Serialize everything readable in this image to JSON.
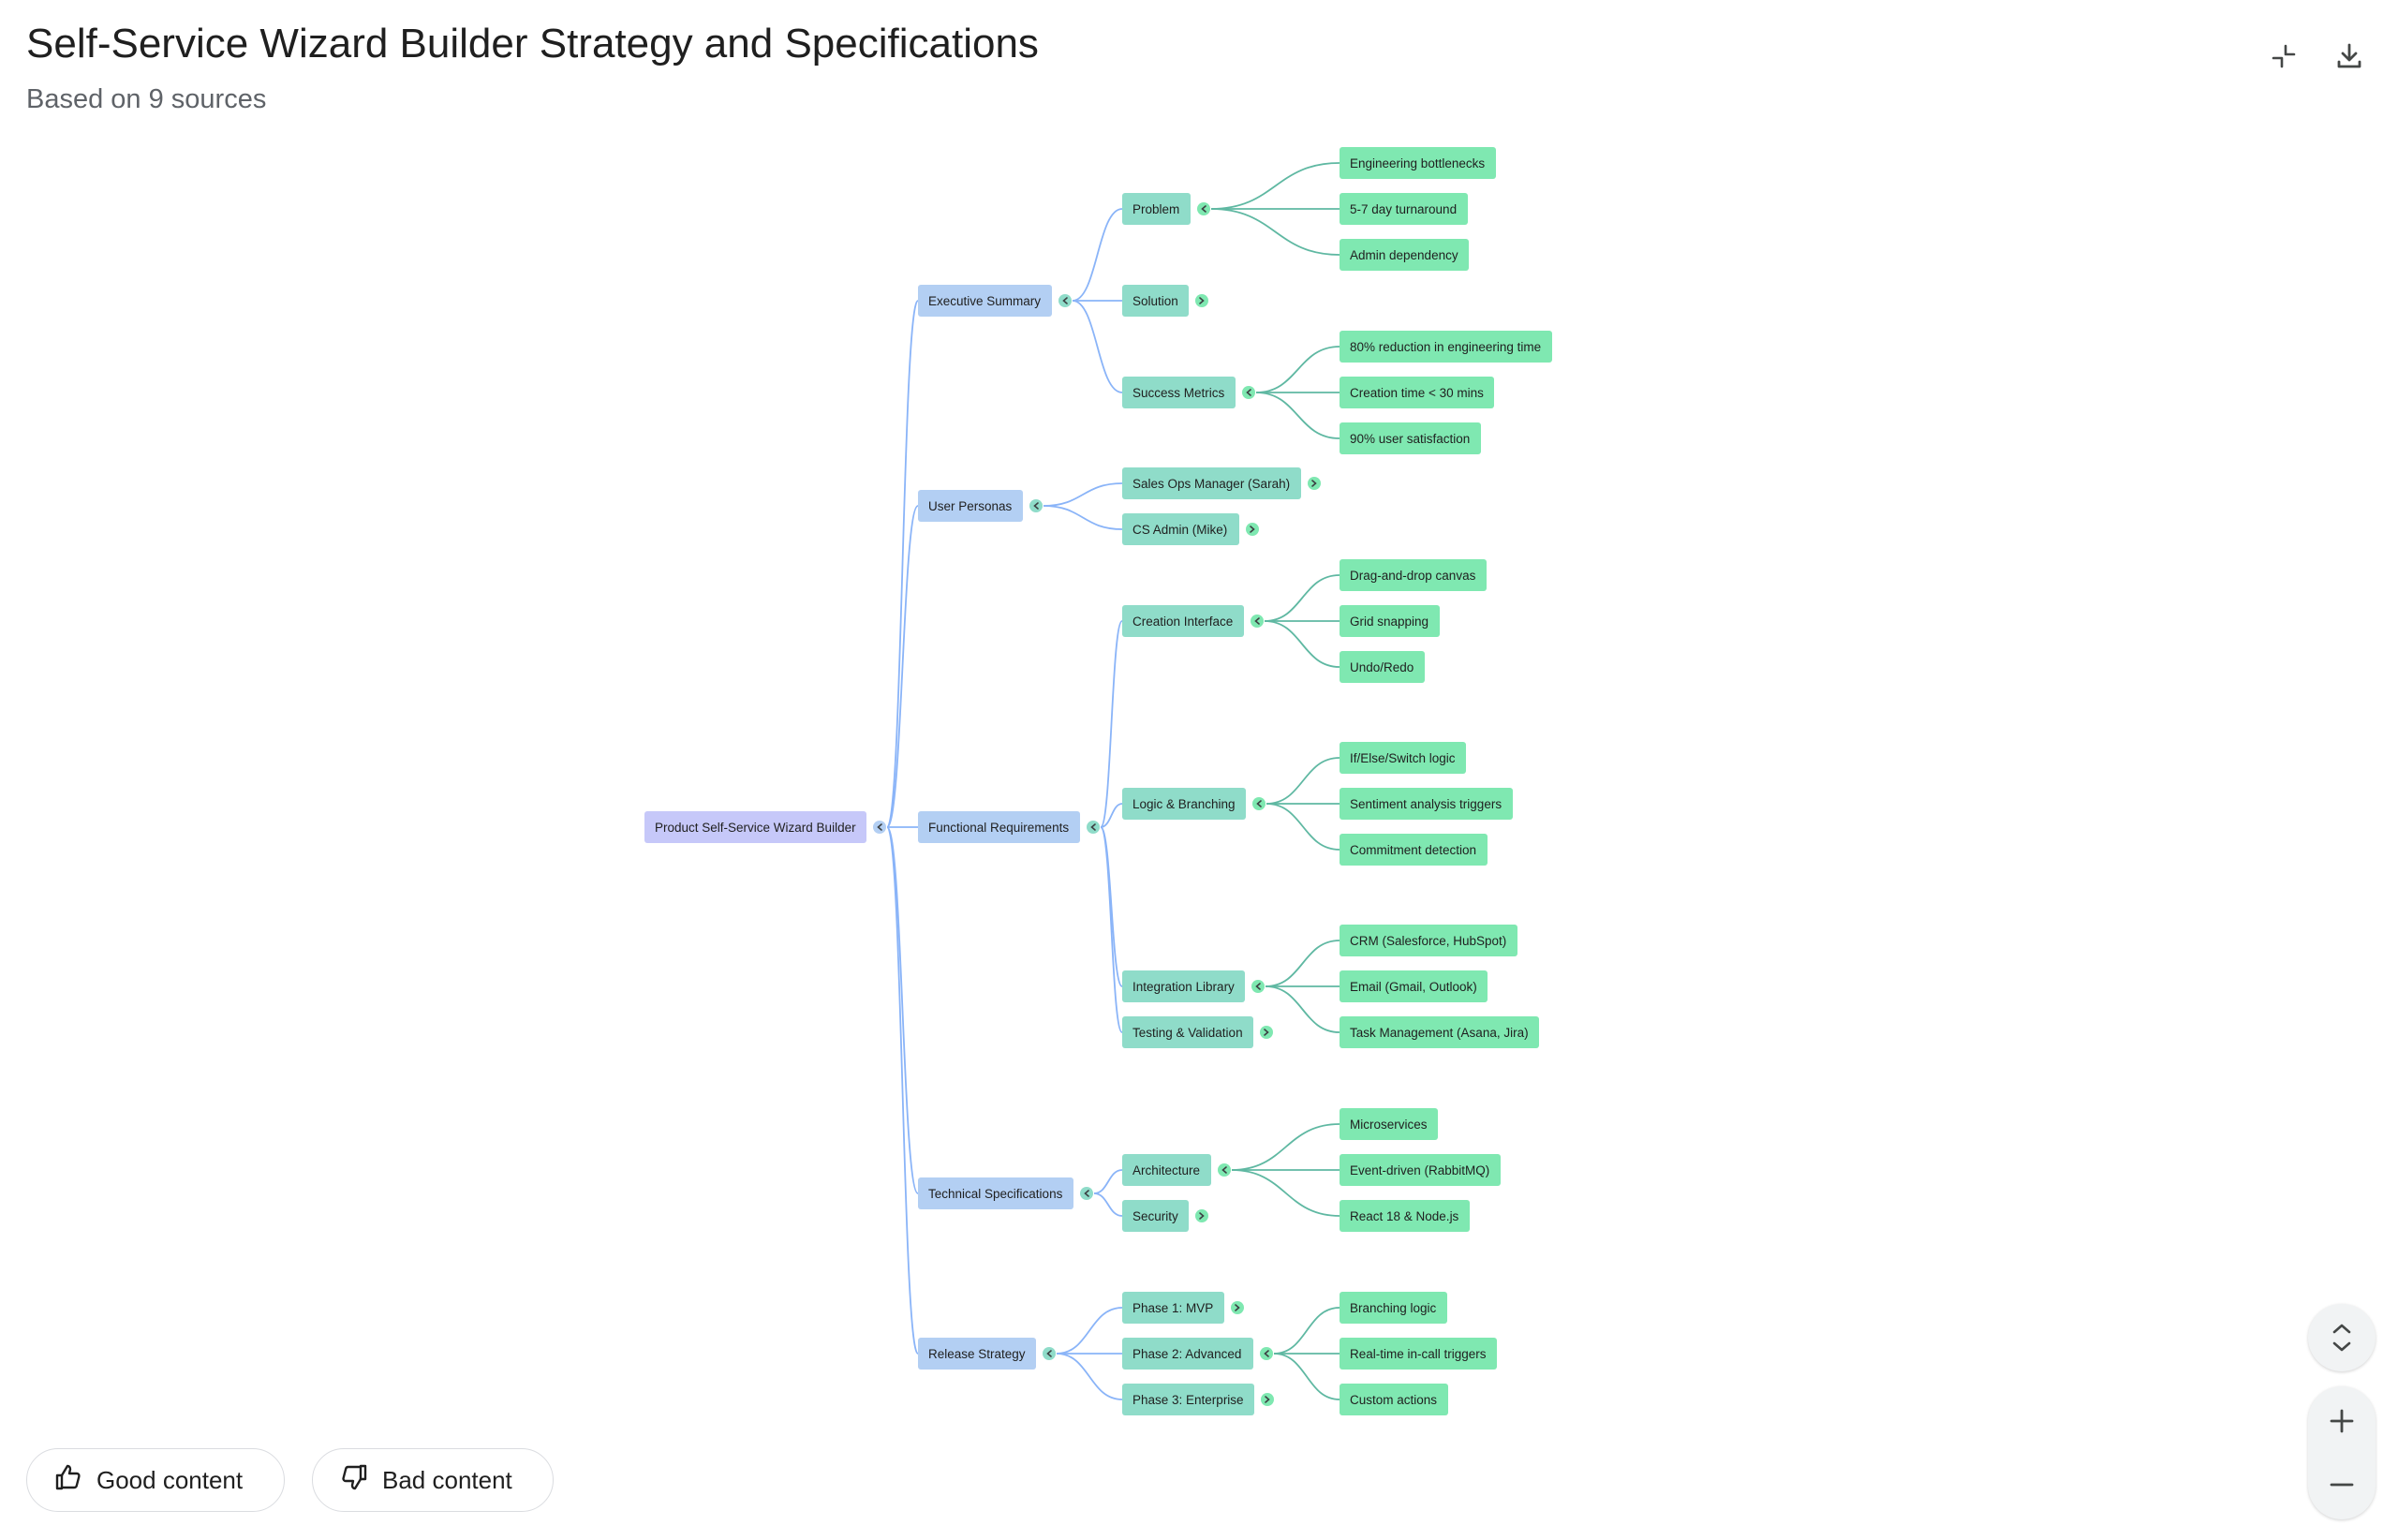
{
  "header": {
    "title": "Self-Service Wizard Builder Strategy and Specifications",
    "subtitle": "Based on 9 sources"
  },
  "toolbar": {
    "collapse_icon": "collapse-icon",
    "download_icon": "download-icon"
  },
  "feedback": {
    "good_label": "Good content",
    "bad_label": "Bad content"
  },
  "zoom": {
    "fit_icon": "unfold-icon",
    "zoom_in_icon": "plus-icon",
    "zoom_out_icon": "minus-icon"
  },
  "colors": {
    "root": "#c6c8f9",
    "level1": "#b3cff3",
    "level2": "#8fdcc9",
    "level3": "#7fe8b1",
    "edge_blue": "#8ab4f8",
    "edge_teal": "#5fb8a2"
  },
  "mindmap": {
    "root": {
      "id": "root",
      "label": "Product Self-Service Wizard Builder",
      "expanded": true,
      "children": [
        {
          "id": "exec",
          "label": "Executive Summary",
          "expanded": true,
          "children": [
            {
              "id": "problem",
              "label": "Problem",
              "expanded": true,
              "children": [
                {
                  "id": "p1",
                  "label": "Engineering bottlenecks"
                },
                {
                  "id": "p2",
                  "label": "5-7 day turnaround"
                },
                {
                  "id": "p3",
                  "label": "Admin dependency"
                }
              ]
            },
            {
              "id": "solution",
              "label": "Solution",
              "expanded": false
            },
            {
              "id": "metrics",
              "label": "Success Metrics",
              "expanded": true,
              "children": [
                {
                  "id": "m1",
                  "label": "80% reduction in engineering time"
                },
                {
                  "id": "m2",
                  "label": "Creation time < 30 mins"
                },
                {
                  "id": "m3",
                  "label": "90% user satisfaction"
                }
              ]
            }
          ]
        },
        {
          "id": "personas",
          "label": "User Personas",
          "expanded": true,
          "children": [
            {
              "id": "sarah",
              "label": "Sales Ops Manager (Sarah)",
              "expanded": false
            },
            {
              "id": "mike",
              "label": "CS Admin (Mike)",
              "expanded": false
            }
          ]
        },
        {
          "id": "func",
          "label": "Functional Requirements",
          "expanded": true,
          "children": [
            {
              "id": "creation",
              "label": "Creation Interface",
              "expanded": true,
              "children": [
                {
                  "id": "c1",
                  "label": "Drag-and-drop canvas"
                },
                {
                  "id": "c2",
                  "label": "Grid snapping"
                },
                {
                  "id": "c3",
                  "label": "Undo/Redo"
                }
              ]
            },
            {
              "id": "logic",
              "label": "Logic & Branching",
              "expanded": true,
              "children": [
                {
                  "id": "l1",
                  "label": "If/Else/Switch logic"
                },
                {
                  "id": "l2",
                  "label": "Sentiment analysis triggers"
                },
                {
                  "id": "l3",
                  "label": "Commitment detection"
                }
              ]
            },
            {
              "id": "integ",
              "label": "Integration Library",
              "expanded": true,
              "children": [
                {
                  "id": "i1",
                  "label": "CRM (Salesforce, HubSpot)"
                },
                {
                  "id": "i2",
                  "label": "Email (Gmail, Outlook)"
                },
                {
                  "id": "i3",
                  "label": "Task Management (Asana, Jira)"
                }
              ]
            },
            {
              "id": "testing",
              "label": "Testing & Validation",
              "expanded": false
            }
          ]
        },
        {
          "id": "tech",
          "label": "Technical Specifications",
          "expanded": true,
          "children": [
            {
              "id": "arch",
              "label": "Architecture",
              "expanded": true,
              "children": [
                {
                  "id": "a1",
                  "label": "Microservices"
                },
                {
                  "id": "a2",
                  "label": "Event-driven (RabbitMQ)"
                },
                {
                  "id": "a3",
                  "label": "React 18 & Node.js"
                }
              ]
            },
            {
              "id": "security",
              "label": "Security",
              "expanded": false
            }
          ]
        },
        {
          "id": "release",
          "label": "Release Strategy",
          "expanded": true,
          "children": [
            {
              "id": "mvp",
              "label": "Phase 1: MVP",
              "expanded": false
            },
            {
              "id": "adv",
              "label": "Phase 2: Advanced",
              "expanded": true,
              "children": [
                {
                  "id": "r1",
                  "label": "Branching logic"
                },
                {
                  "id": "r2",
                  "label": "Real-time in-call triggers"
                },
                {
                  "id": "r3",
                  "label": "Custom actions"
                }
              ]
            },
            {
              "id": "ent",
              "label": "Phase 3: Enterprise",
              "expanded": false
            }
          ]
        }
      ]
    }
  }
}
